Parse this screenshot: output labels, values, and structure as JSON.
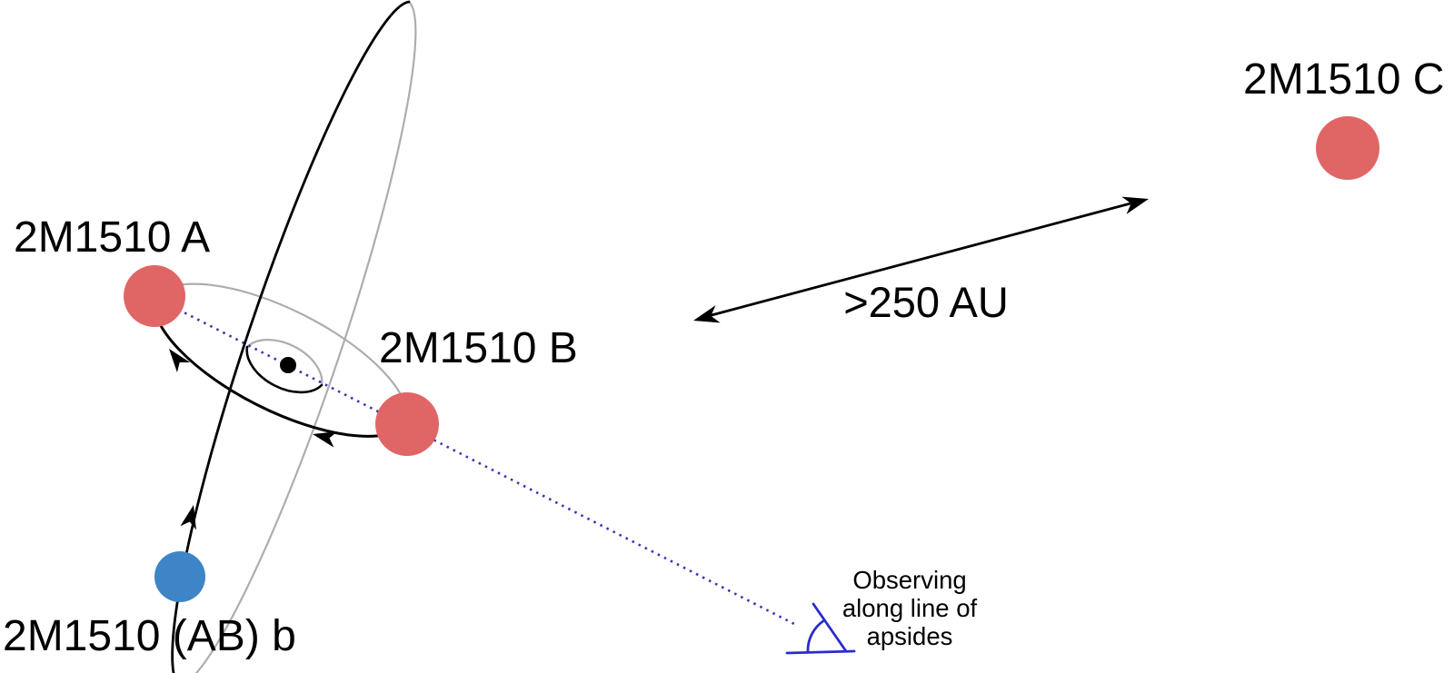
{
  "figure": {
    "description": "Schematic of the 2M1510 hierarchical system: eclipsing binary A+B with circumbinary planet b on a polar orbit, and wide companion C",
    "background": "#ffffff"
  },
  "bodies": {
    "star_a": {
      "label": "2M1510 A",
      "color": "#e06666"
    },
    "star_b": {
      "label": "2M1510 B",
      "color": "#e06666"
    },
    "star_c": {
      "label": "2M1510 C",
      "color": "#e06666"
    },
    "planet_b": {
      "label": "2M1510 (AB) b",
      "color": "#3d85c6"
    }
  },
  "separation": {
    "label": ">250 AU",
    "arrow_color": "#000000"
  },
  "observer": {
    "lines": [
      "Observing",
      "along line of",
      "apsides"
    ],
    "glyph": "angle-of-view-icon",
    "color": "#2b2bcc"
  },
  "orbit_styles": {
    "front_color": "#000000",
    "back_color": "#adadad",
    "apsides_color": "#3535b8",
    "com_color": "#000000"
  }
}
